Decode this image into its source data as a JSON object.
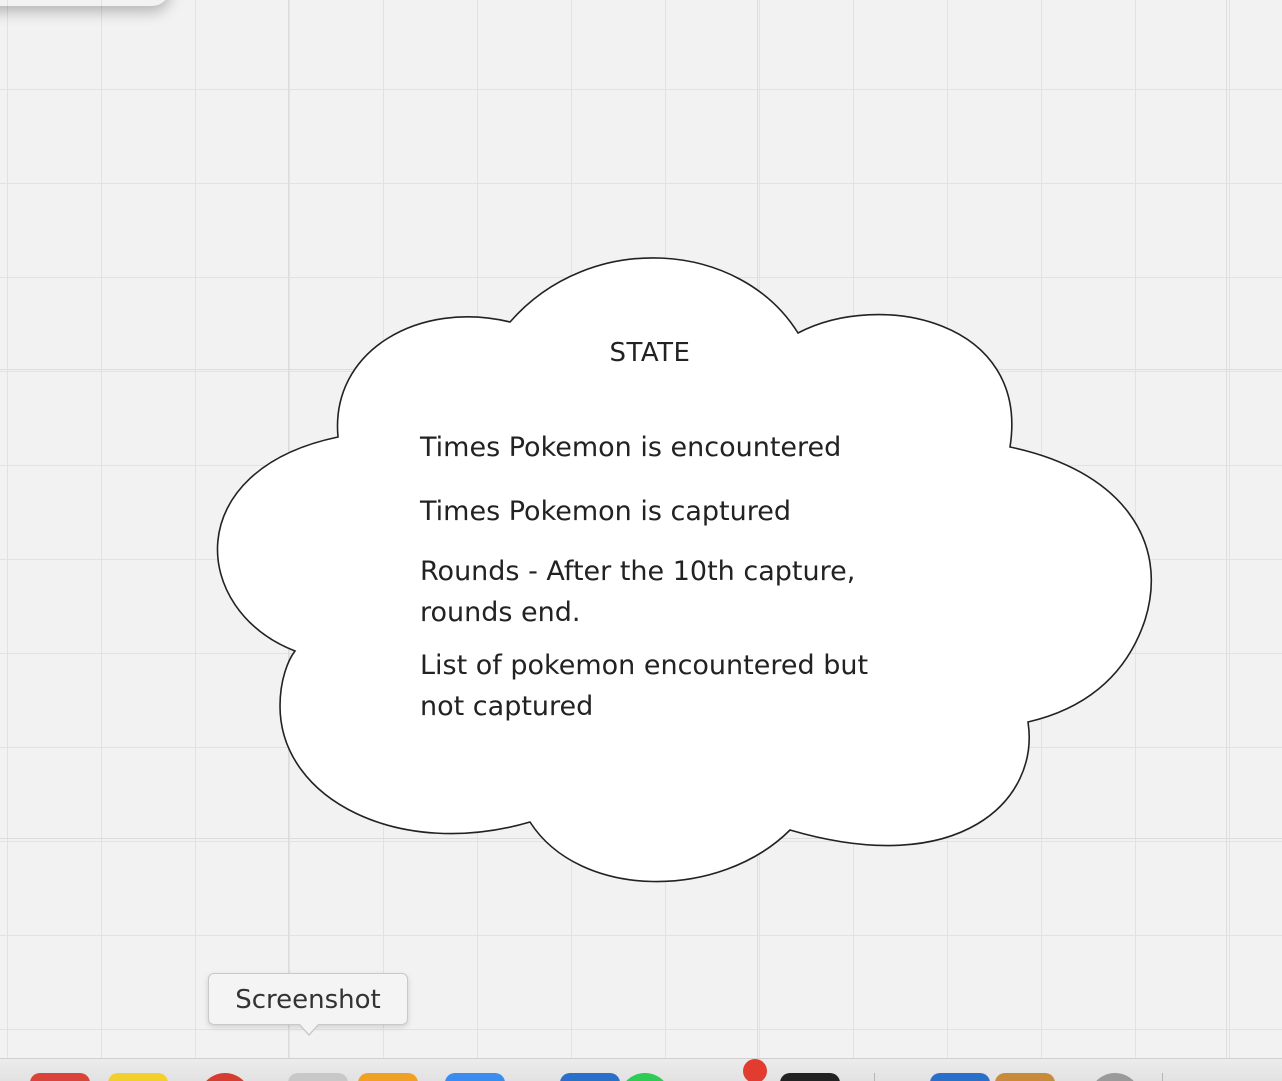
{
  "cloud": {
    "title": "STATE",
    "lines": [
      "Times Pokemon is encountered",
      "Times Pokemon is captured",
      "Rounds - After the 10th capture,",
      "rounds end.",
      "List of pokemon encountered but",
      "not captured"
    ]
  },
  "tooltip": {
    "label": "Screenshot"
  },
  "dock": {
    "apps": [
      {
        "name": "app-red",
        "color": "#d9433a"
      },
      {
        "name": "app-notes",
        "color": "#f3cf2e"
      },
      {
        "name": "app-chrome",
        "color": "#d63c31"
      },
      {
        "name": "app-screenshot",
        "color": "#c8c8c8"
      },
      {
        "name": "app-sketch",
        "color": "#f0a025"
      },
      {
        "name": "app-zoom",
        "color": "#3b8cf0"
      },
      {
        "name": "app-blue-shape",
        "color": "#2a6fc9"
      },
      {
        "name": "app-spotify",
        "color": "#2ecc55"
      },
      {
        "name": "app-badge",
        "color": "#e23b2f"
      },
      {
        "name": "app-terminal",
        "color": "#222222"
      },
      {
        "name": "app-finder-folder",
        "color": "#2a6fc9"
      },
      {
        "name": "app-stack",
        "color": "#c98a3a"
      },
      {
        "name": "app-magnifier",
        "color": "#9a9a9a"
      }
    ]
  }
}
